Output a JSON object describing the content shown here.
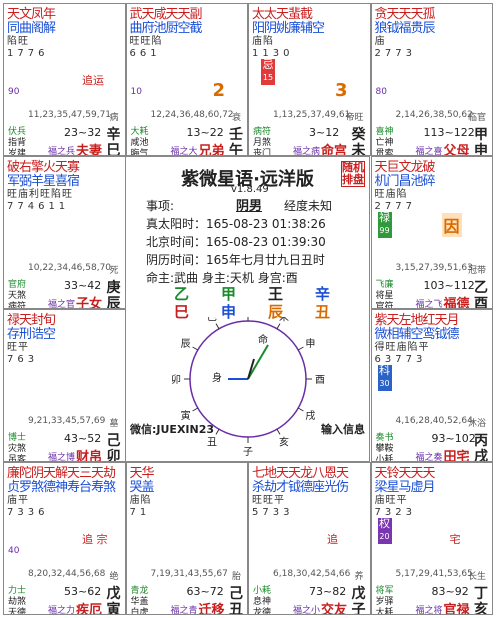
{
  "center": {
    "title": "紫微星语·远洋版",
    "version": "v1.8.49",
    "badge": "随机排盘",
    "gender": "阴男",
    "longitude": "经度未知",
    "lines": [
      "事项:",
      "真太阳时：165-08-23 01:38:26",
      "北京时间：165-08-23 01:39:30",
      "阴历时间：165年七月廿九日丑时",
      "命主:武曲 身主:天机 身宫:酉"
    ],
    "pillars_top": [
      "乙",
      "甲",
      "王",
      "辛"
    ],
    "pillars_bottom": [
      "巳",
      "申",
      "辰",
      "丑"
    ],
    "wechat": "微信:JUEXIN23",
    "input_label": "输入信息",
    "dial": {
      "branches": [
        "子",
        "丑",
        "寅",
        "卯",
        "辰",
        "巳",
        "午",
        "未",
        "申",
        "酉",
        "戌",
        "亥"
      ],
      "inner_labels": [
        "命",
        "身"
      ]
    }
  },
  "palaces": [
    {
      "id": "si",
      "stars_red": "天文凤年",
      "stars_blue": "同曲阁解",
      "brights": "陷旺",
      "nums": "1776",
      "daxian": "90",
      "liu": "追运",
      "tag_text": "病",
      "stem": "辛巳",
      "stem_a": "辛",
      "stem_b": "巳",
      "label": "夫妻",
      "age": "23~32",
      "nums2": "11,23,35,47,59,71",
      "god1": "伏兵",
      "god2": "指背",
      "god3": "岁建",
      "extra": "福之兵"
    },
    {
      "id": "wu",
      "stars_red": "武天咸天天副",
      "stars_blue": "曲府池厨空截",
      "brights": "旺旺陷",
      "nums": "661",
      "daxian": "10",
      "bigdigit": "2",
      "tag_text": "衰",
      "label": "兄弟",
      "stem_a": "壬",
      "stem_b": "午",
      "age": "13~22",
      "nums2": "12,24,36,48,60,72",
      "god1": "大耗",
      "god2": "咸池",
      "god3": "晦气",
      "extra": "福之大"
    },
    {
      "id": "wei",
      "stars_red": "太太天蜚截",
      "stars_blue": "阳阴姚廉辅空",
      "brights": "庙陷",
      "nums": "1130",
      "daxian": "15",
      "bigdigit": "3",
      "box": "忌",
      "tag_text": "帝旺",
      "label": "命宫",
      "stem_a": "癸",
      "stem_b": "未",
      "age": "3~12",
      "nums2": "1,13,25,37,49,61",
      "god1": "病符",
      "god2": "月煞",
      "god3": "丧门",
      "extra": "福之病"
    },
    {
      "id": "shen",
      "stars_red": "贪天天天孤",
      "stars_blue": "狼钺福贵辰",
      "brights": "庙",
      "nums": "2773",
      "daxian": "80",
      "tag_text": "临官",
      "label": "父母",
      "stem_a": "甲",
      "stem_b": "申",
      "age": "113~122",
      "nums2": "2,14,26,38,50,62",
      "god1": "喜神",
      "god2": "亡神",
      "god3": "贯索",
      "extra": "福之喜"
    },
    {
      "id": "chen",
      "stars_red": "破右擎火天寡",
      "stars_blue": "军弼羊星喜宿",
      "brights": "旺庙利旺陷旺",
      "nums": "774611",
      "tag_text": "死",
      "label": "子女",
      "stem_a": "庚",
      "stem_b": "辰",
      "age": "33~42",
      "nums2": "10,22,34,46,58,70",
      "god1": "官府",
      "god2": "天煞",
      "god3": "病符",
      "extra": "福之官"
    },
    {
      "id": "you",
      "stars_red": "天巨文龙破",
      "stars_blue": "机门昌池碎",
      "brights": "旺庙陷",
      "nums": "2777",
      "box": "禄",
      "daxian": "99",
      "bigchar": "因",
      "tag_text": "冠带",
      "label": "福德",
      "stem_a": "乙",
      "stem_b": "酉",
      "age": "103~112",
      "nums2": "3,15,27,39,51,63",
      "god1": "飞廉",
      "god2": "将星",
      "god3": "官符",
      "extra": "福之飞"
    },
    {
      "id": "mao",
      "stars_red": "禄天封旬",
      "stars_blue": "存刑诰空",
      "brights": "旺平",
      "nums": "763",
      "tag_text": "墓",
      "label": "财帛",
      "stem_a": "己",
      "stem_b": "卯",
      "age": "43~52",
      "nums2": "9,21,33,45,57,69",
      "god1": "博士",
      "god2": "灾煞",
      "god3": "吊客",
      "extra": "福之博"
    },
    {
      "id": "xu",
      "stars_red": "紫天左地红天月",
      "stars_blue": "微相辅空鸾钺德",
      "brights": "得旺庙陷平",
      "nums": "63773",
      "box": "科",
      "daxian": "30",
      "tag_text": "沐浴",
      "label": "田宅",
      "stem_a": "丙",
      "stem_b": "戌",
      "age": "93~102",
      "nums2": "4,16,28,40,52,64",
      "god1": "奏书",
      "god2": "攀鞍",
      "god3": "小耗",
      "extra": "福之奏"
    },
    {
      "id": "yin",
      "stars_red": "廉陀阴天解天三天劫",
      "stars_blue": "贞罗煞德神寿台寿煞",
      "brights": "庙平",
      "nums": "7336",
      "daxian": "40",
      "liu": "追  宗",
      "tag_text": "绝",
      "label": "疾厄",
      "stem_a": "戊",
      "stem_b": "寅",
      "age": "53~62",
      "nums2": "8,20,32,44,56,68",
      "god1": "力士",
      "god2": "劫煞",
      "god3": "天德",
      "extra": "福之力"
    },
    {
      "id": "chou",
      "stars_red": "天华",
      "stars_blue": "哭盖",
      "brights": "庙陷",
      "nums": "71",
      "tag_text": "胎",
      "label": "迁移",
      "stem_a": "己",
      "stem_b": "丑",
      "age": "63~72",
      "nums2": "7,19,31,43,55,67",
      "god1": "青龙",
      "god2": "华盖",
      "god3": "白虎",
      "extra": "福之青"
    },
    {
      "id": "zi",
      "stars_red": "七地天天龙八恩天",
      "stars_blue": "杀劫才钺德座光伤",
      "brights": "旺旺平",
      "nums": "5733",
      "liu": "追",
      "tag_text": "养",
      "label": "交友",
      "stem_a": "戊",
      "stem_b": "子",
      "age": "73~82",
      "nums2": "6,18,30,42,54,66",
      "god1": "小耗",
      "god2": "息神",
      "god3": "龙德",
      "extra": "福之小"
    },
    {
      "id": "hai",
      "stars_red": "天铃天天天",
      "stars_blue": "梁星马虚月",
      "brights": "庙旺平",
      "nums": "7323",
      "box": "权",
      "daxian": "20",
      "liu": "宅",
      "tag_text": "长生",
      "label": "官禄",
      "stem_a": "丁",
      "stem_b": "亥",
      "age": "83~92",
      "nums2": "5,17,29,41,53,65",
      "god1": "将军",
      "god2": "岁驿",
      "god3": "大耗",
      "extra": "福之将"
    }
  ]
}
